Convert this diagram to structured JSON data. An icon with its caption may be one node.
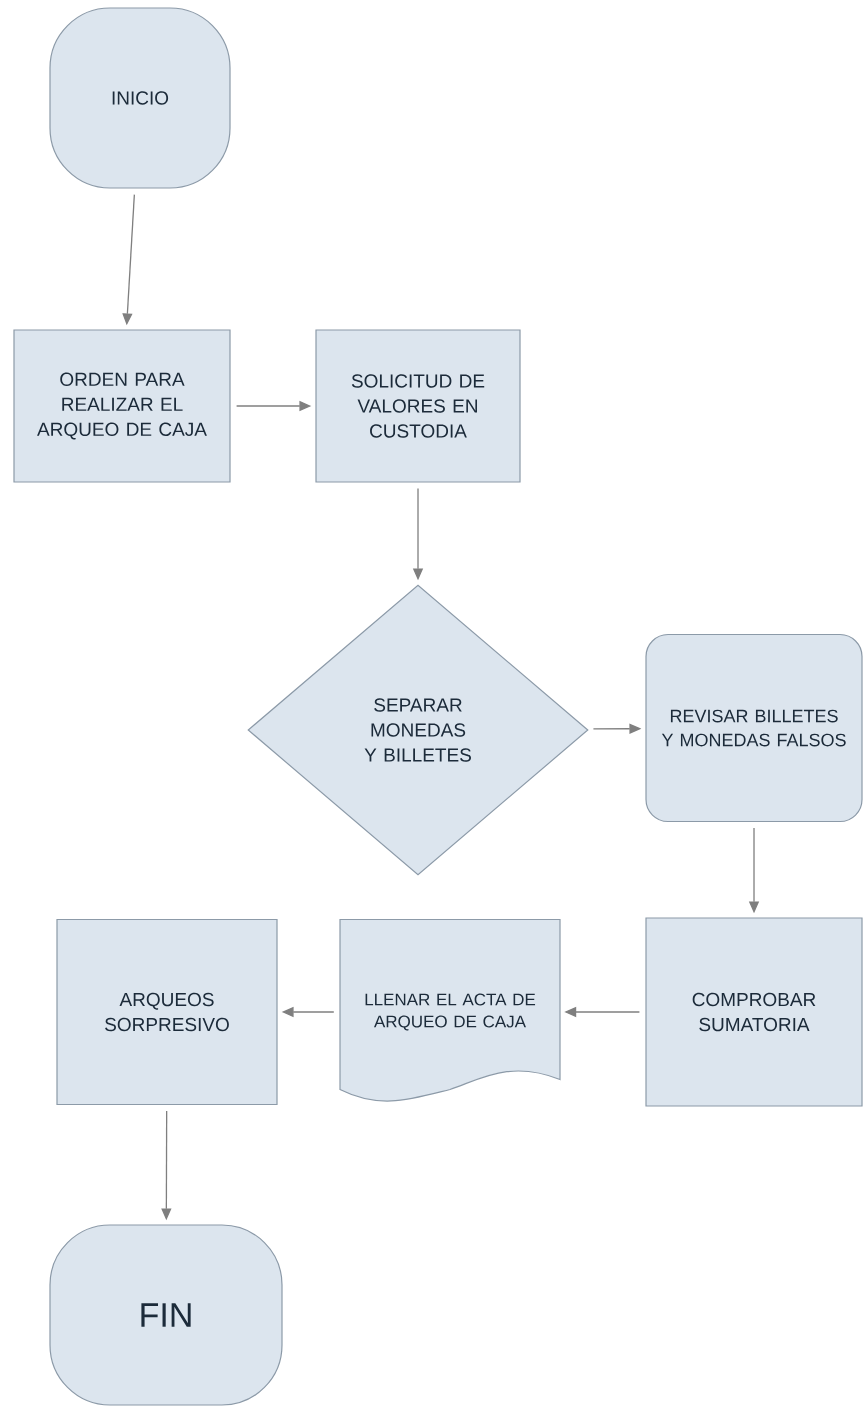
{
  "diagram": {
    "nodes": [
      {
        "text": [
          "INICIO"
        ]
      },
      {
        "text": [
          "ORDEN PARA REALIZAR EL ARQUEO DE CAJA"
        ]
      },
      {
        "text": [
          "SOLICITUD DE VALORES EN CUSTODIA"
        ]
      },
      {
        "text": [
          "SEPARAR MONEDAS Y BILLETES"
        ]
      },
      {
        "text": [
          "REVISAR BILLETES Y MONEDAS FALSOS"
        ]
      },
      {
        "text": [
          "COMPROBAR SUMATORIA"
        ]
      },
      {
        "text": [
          "LLENAR EL ACTA DE ARQUEO DE CAJA"
        ]
      },
      {
        "text": [
          "ARQUEOS SORPRESIVO"
        ]
      },
      {
        "text": [
          "FIN"
        ]
      }
    ],
    "edges": [
      {
        "from": 0,
        "to": 1,
        "arrow": "to"
      },
      {
        "from": 1,
        "to": 2,
        "arrow": "to"
      },
      {
        "from": 2,
        "to": 3,
        "arrow": "to"
      },
      {
        "from": 3,
        "to": 4,
        "arrow": "to"
      },
      {
        "from": 4,
        "to": 5,
        "arrow": "to"
      },
      {
        "from": 5,
        "to": 6,
        "arrow": "to"
      },
      {
        "from": 6,
        "to": 7,
        "arrow": "to"
      },
      {
        "from": 7,
        "to": 8,
        "arrow": "to"
      }
    ]
  }
}
